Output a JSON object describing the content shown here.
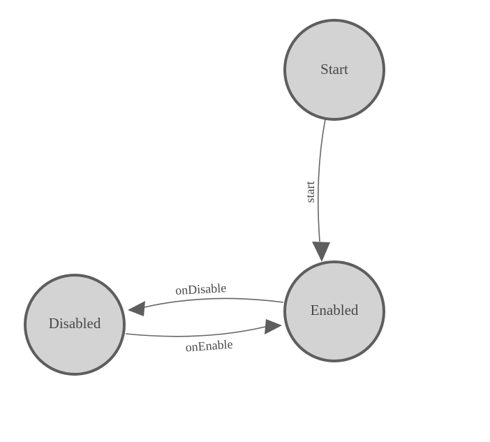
{
  "diagram": {
    "type": "state-machine",
    "background": "#ffffff",
    "node_fill": "#d3d3d3",
    "node_stroke": "#5e5e5e",
    "edge_color": "#666666",
    "arrow_color": "#5e5e5e",
    "text_color": "#474747",
    "nodes": [
      {
        "id": "start",
        "label": "Start"
      },
      {
        "id": "enabled",
        "label": "Enabled"
      },
      {
        "id": "disabled",
        "label": "Disabled"
      }
    ],
    "edges": [
      {
        "from": "Start",
        "to": "Enabled",
        "label": "start"
      },
      {
        "from": "Enabled",
        "to": "Disabled",
        "label": "onDisable"
      },
      {
        "from": "Disabled",
        "to": "Enabled",
        "label": "onEnable"
      }
    ]
  }
}
